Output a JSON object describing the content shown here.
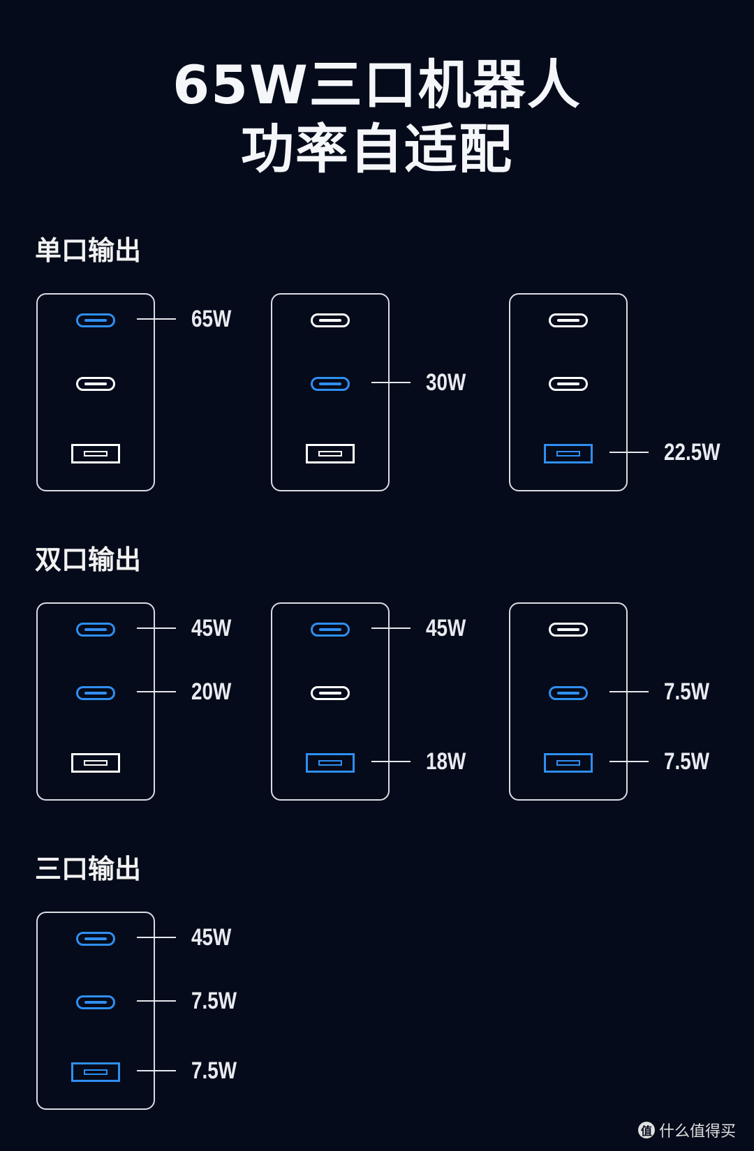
{
  "title": {
    "line1": "65W三口机器人",
    "line2": "功率自适配"
  },
  "sections": [
    {
      "label": "单口输出",
      "configs": [
        {
          "ports": [
            {
              "type": "usb-c",
              "active": true,
              "watt": "65W"
            },
            {
              "type": "usb-c",
              "active": false,
              "watt": ""
            },
            {
              "type": "usb-a",
              "active": false,
              "watt": ""
            }
          ]
        },
        {
          "ports": [
            {
              "type": "usb-c",
              "active": false,
              "watt": ""
            },
            {
              "type": "usb-c",
              "active": true,
              "watt": "30W"
            },
            {
              "type": "usb-a",
              "active": false,
              "watt": ""
            }
          ]
        },
        {
          "ports": [
            {
              "type": "usb-c",
              "active": false,
              "watt": ""
            },
            {
              "type": "usb-c",
              "active": false,
              "watt": ""
            },
            {
              "type": "usb-a",
              "active": true,
              "watt": "22.5W"
            }
          ]
        }
      ]
    },
    {
      "label": "双口输出",
      "configs": [
        {
          "ports": [
            {
              "type": "usb-c",
              "active": true,
              "watt": "45W"
            },
            {
              "type": "usb-c",
              "active": true,
              "watt": "20W"
            },
            {
              "type": "usb-a",
              "active": false,
              "watt": ""
            }
          ]
        },
        {
          "ports": [
            {
              "type": "usb-c",
              "active": true,
              "watt": "45W"
            },
            {
              "type": "usb-c",
              "active": false,
              "watt": ""
            },
            {
              "type": "usb-a",
              "active": true,
              "watt": "18W"
            }
          ]
        },
        {
          "ports": [
            {
              "type": "usb-c",
              "active": false,
              "watt": ""
            },
            {
              "type": "usb-c",
              "active": true,
              "watt": "7.5W"
            },
            {
              "type": "usb-a",
              "active": true,
              "watt": "7.5W"
            }
          ]
        }
      ]
    },
    {
      "label": "三口输出",
      "configs": [
        {
          "ports": [
            {
              "type": "usb-c",
              "active": true,
              "watt": "45W"
            },
            {
              "type": "usb-c",
              "active": true,
              "watt": "7.5W"
            },
            {
              "type": "usb-a",
              "active": true,
              "watt": "7.5W"
            }
          ]
        }
      ]
    }
  ],
  "colors": {
    "background": "#050b1a",
    "active_port": "#2f8ff2",
    "inactive_port": "#ffffff"
  },
  "watermark": {
    "logo": "值",
    "text": "什么值得买"
  }
}
